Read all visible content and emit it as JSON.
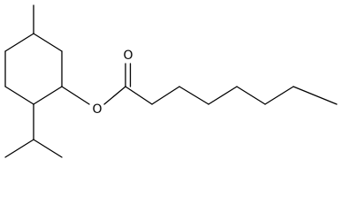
{
  "atoms": [
    {
      "id": "carbonyl-oxygen",
      "symbol": "O"
    },
    {
      "id": "ester-oxygen",
      "symbol": "O"
    }
  ],
  "colors": {
    "bond": "#000000",
    "background": "#ffffff"
  }
}
